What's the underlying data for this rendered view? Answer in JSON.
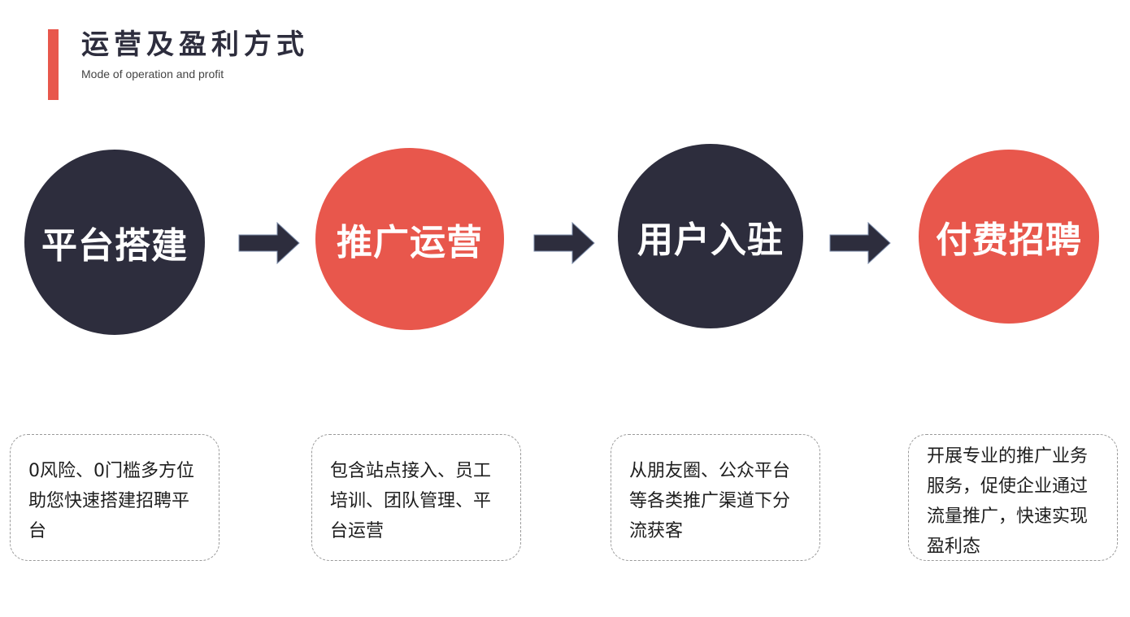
{
  "header": {
    "title": "运营及盈利方式",
    "subtitle": "Mode of operation and profit"
  },
  "colors": {
    "dark": "#2d2d3d",
    "accent": "#e8574c"
  },
  "steps": [
    {
      "label": "平台搭建",
      "color": "#2d2d3d",
      "description": "0风险、0门槛多方位助您快速搭建招聘平台"
    },
    {
      "label": "推广运营",
      "color": "#e8574c",
      "description": "包含站点接入、员工培训、团队管理、平台运营"
    },
    {
      "label": "用户入驻",
      "color": "#2d2d3d",
      "description": "从朋友圈、公众平台等各类推广渠道下分流获客"
    },
    {
      "label": "付费招聘",
      "color": "#e8574c",
      "description": "开展专业的推广业务服务，促使企业通过流量推广，快速实现盈利态"
    }
  ],
  "arrows": {
    "icon": "right-arrow-icon",
    "color": "#2d2d3d"
  }
}
